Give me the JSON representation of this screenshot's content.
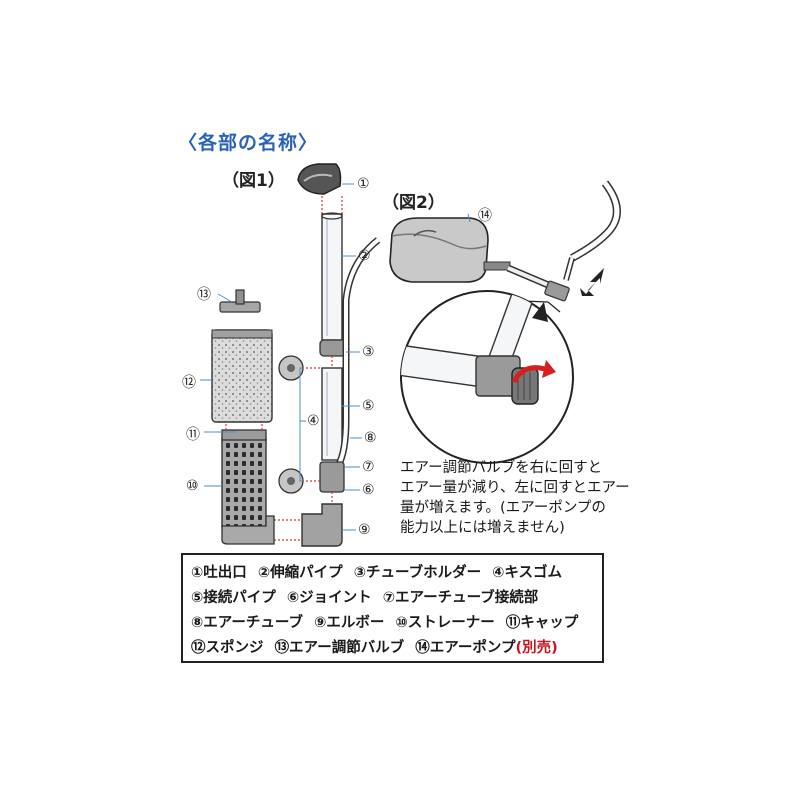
{
  "heading": "〈各部の名称〉",
  "fig1_label": "（図1）",
  "fig2_label": "（図2）",
  "callouts": [
    "①",
    "②",
    "③",
    "④",
    "⑤",
    "⑥",
    "⑦",
    "⑧",
    "⑨",
    "⑩",
    "⑪",
    "⑫",
    "⑬",
    "⑭"
  ],
  "note_lines": [
    "エアー調節バルブを右に回すと",
    "エアー量が減り、左に回すとエアー",
    "量が増えます。(エアーポンプの",
    "能力以上には増えません)"
  ],
  "legend": {
    "rows": [
      [
        "①吐出口",
        "②伸縮パイプ",
        "③チューブホルダー",
        "④キスゴム"
      ],
      [
        "⑤接続パイプ",
        "⑥ジョイント",
        "⑦エアーチューブ接続部"
      ],
      [
        "⑧エアーチューブ",
        "⑨エルボー",
        "⑩ストレーナー",
        "⑪キャップ"
      ],
      [
        "⑫スポンジ",
        "⑬エアー調節バルブ",
        "⑭エアーポンプ"
      ]
    ],
    "separate_sale": "(別売)"
  },
  "colors": {
    "heading": "#2a62b8",
    "separate_sale": "#c8141e",
    "guide_line": "#4a8fd0",
    "rotate_arrow": "#d42020"
  }
}
